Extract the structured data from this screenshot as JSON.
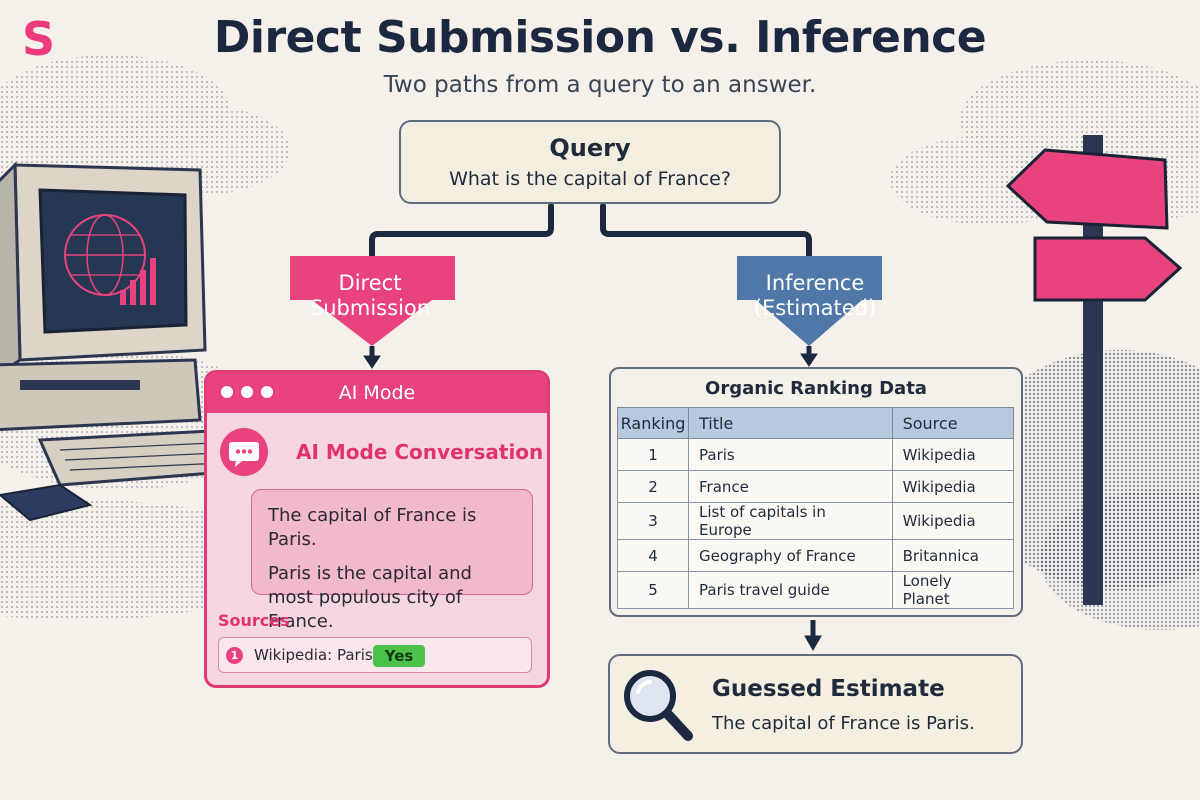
{
  "header": {
    "logo_letter": "S",
    "title": "Direct Submission vs. Inference",
    "subtitle": "Two paths from a query to an answer."
  },
  "query": {
    "title": "Query",
    "text": "What is the capital of France?"
  },
  "paths": {
    "direct_label_line1": "Direct",
    "direct_label_line2": "Submission",
    "inference_label_line1": "Inference",
    "inference_label_line2": "(Estimated)"
  },
  "ai_mode": {
    "window_title": "AI Mode",
    "conversation_title": "AI Mode Conversation",
    "answer_line1": "The capital of France is Paris.",
    "answer_line2": "Paris is the capital and most populous city of France.",
    "sources_label": "Sources",
    "source": {
      "number": "1",
      "text": "Wikipedia: Paris",
      "badge": "Yes"
    }
  },
  "organic": {
    "title": "Organic Ranking Data",
    "columns": [
      "Ranking",
      "Title",
      "Source"
    ],
    "rows": [
      [
        "1",
        "Paris",
        "Wikipedia"
      ],
      [
        "2",
        "France",
        "Wikipedia"
      ],
      [
        "3",
        "List of capitals in Europe",
        "Wikipedia"
      ],
      [
        "4",
        "Geography of France",
        "Britannica"
      ],
      [
        "5",
        "Paris travel guide",
        "Lonely Planet"
      ]
    ]
  },
  "guess": {
    "title": "Guessed Estimate",
    "text": "The capital of France is Paris."
  },
  "colors": {
    "accent_pink": "#e8437f",
    "accent_blue": "#4f77a8",
    "badge_green": "#4cc24a",
    "navy": "#1c2740"
  }
}
